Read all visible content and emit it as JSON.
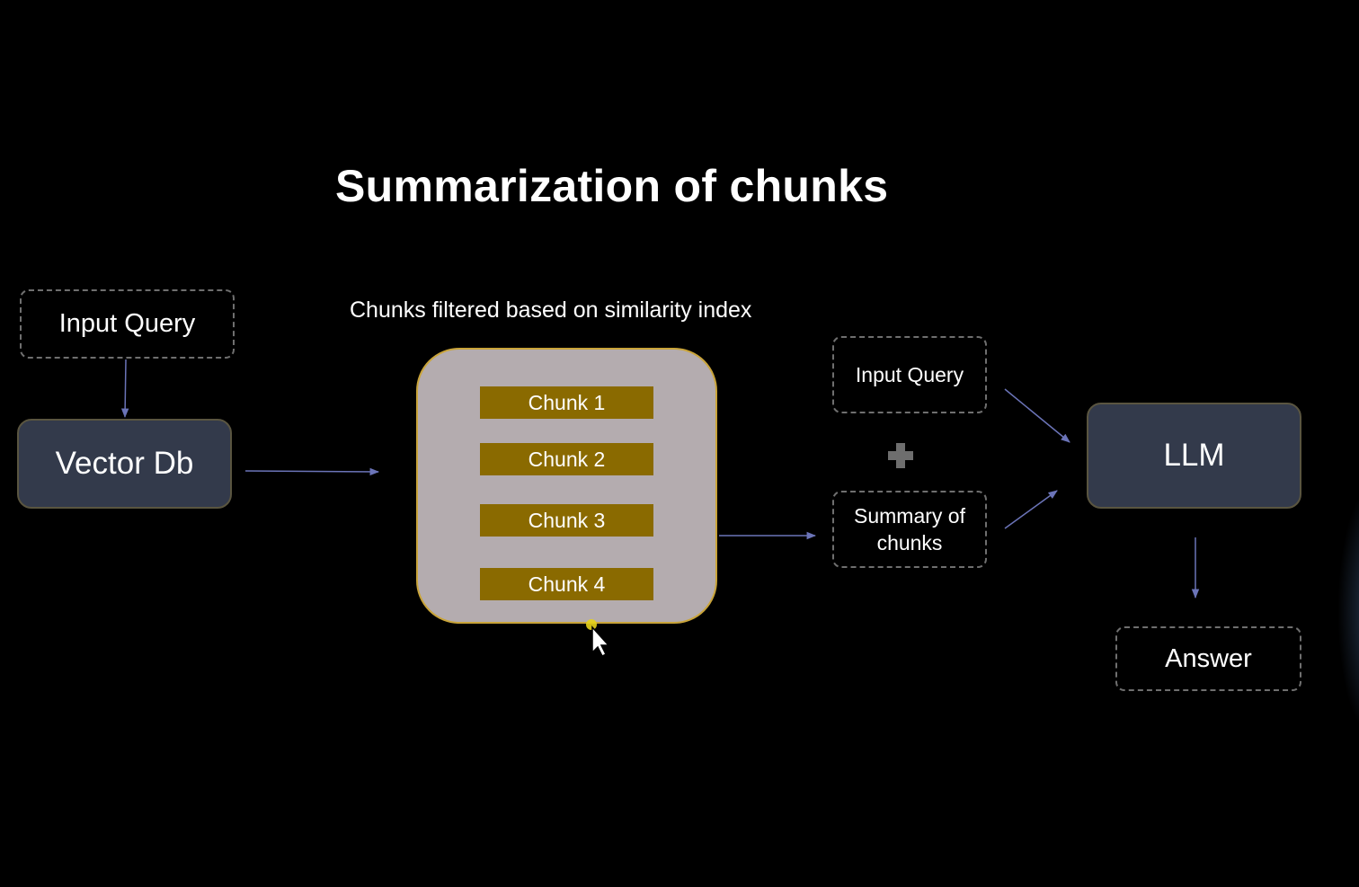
{
  "slide": {
    "title": "Summarization of chunks",
    "caption": "Chunks filtered based on similarity index"
  },
  "nodes": {
    "input_query_left": "Input Query",
    "vector_db": "Vector Db",
    "chunks": [
      "Chunk 1",
      "Chunk 2",
      "Chunk 3",
      "Chunk 4"
    ],
    "input_query_right": "Input Query",
    "summary_of_chunks": "Summary of chunks",
    "llm": "LLM",
    "answer": "Answer"
  },
  "icons": {
    "combine": "plus-icon",
    "pointer": "mouse-cursor-icon"
  },
  "colors": {
    "background": "#000000",
    "node_fill": "#333a4b",
    "chunk_fill": "#8a6a00",
    "chunk_container_fill": "#b4acaf",
    "chunk_container_border": "#c9a43a",
    "arrow": "#6b74b8",
    "dashed_border": "#6f6f6f"
  }
}
